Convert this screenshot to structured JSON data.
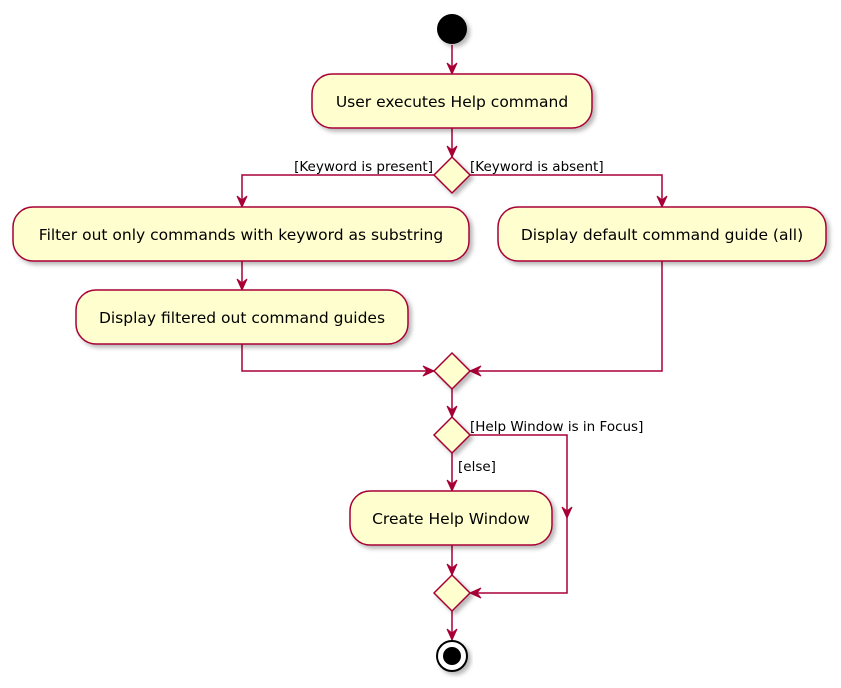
{
  "diagram": {
    "type": "activity",
    "colors": {
      "node_fill": "#FEFECE",
      "line": "#A80036",
      "terminal": "#000000",
      "shadow": "#C8C8C8"
    },
    "actions": {
      "user_executes_help": "User executes Help command",
      "filter_commands": "Filter out only commands with keyword as substring",
      "display_default_guide": "Display default command guide (all)",
      "display_filtered_guides": "Display filtered out command guides",
      "create_help_window": "Create Help Window"
    },
    "guards": {
      "keyword_present": "[Keyword is present]",
      "keyword_absent": "[Keyword is absent]",
      "help_window_in_focus": "[Help Window is in Focus]",
      "else": "[else]"
    }
  }
}
